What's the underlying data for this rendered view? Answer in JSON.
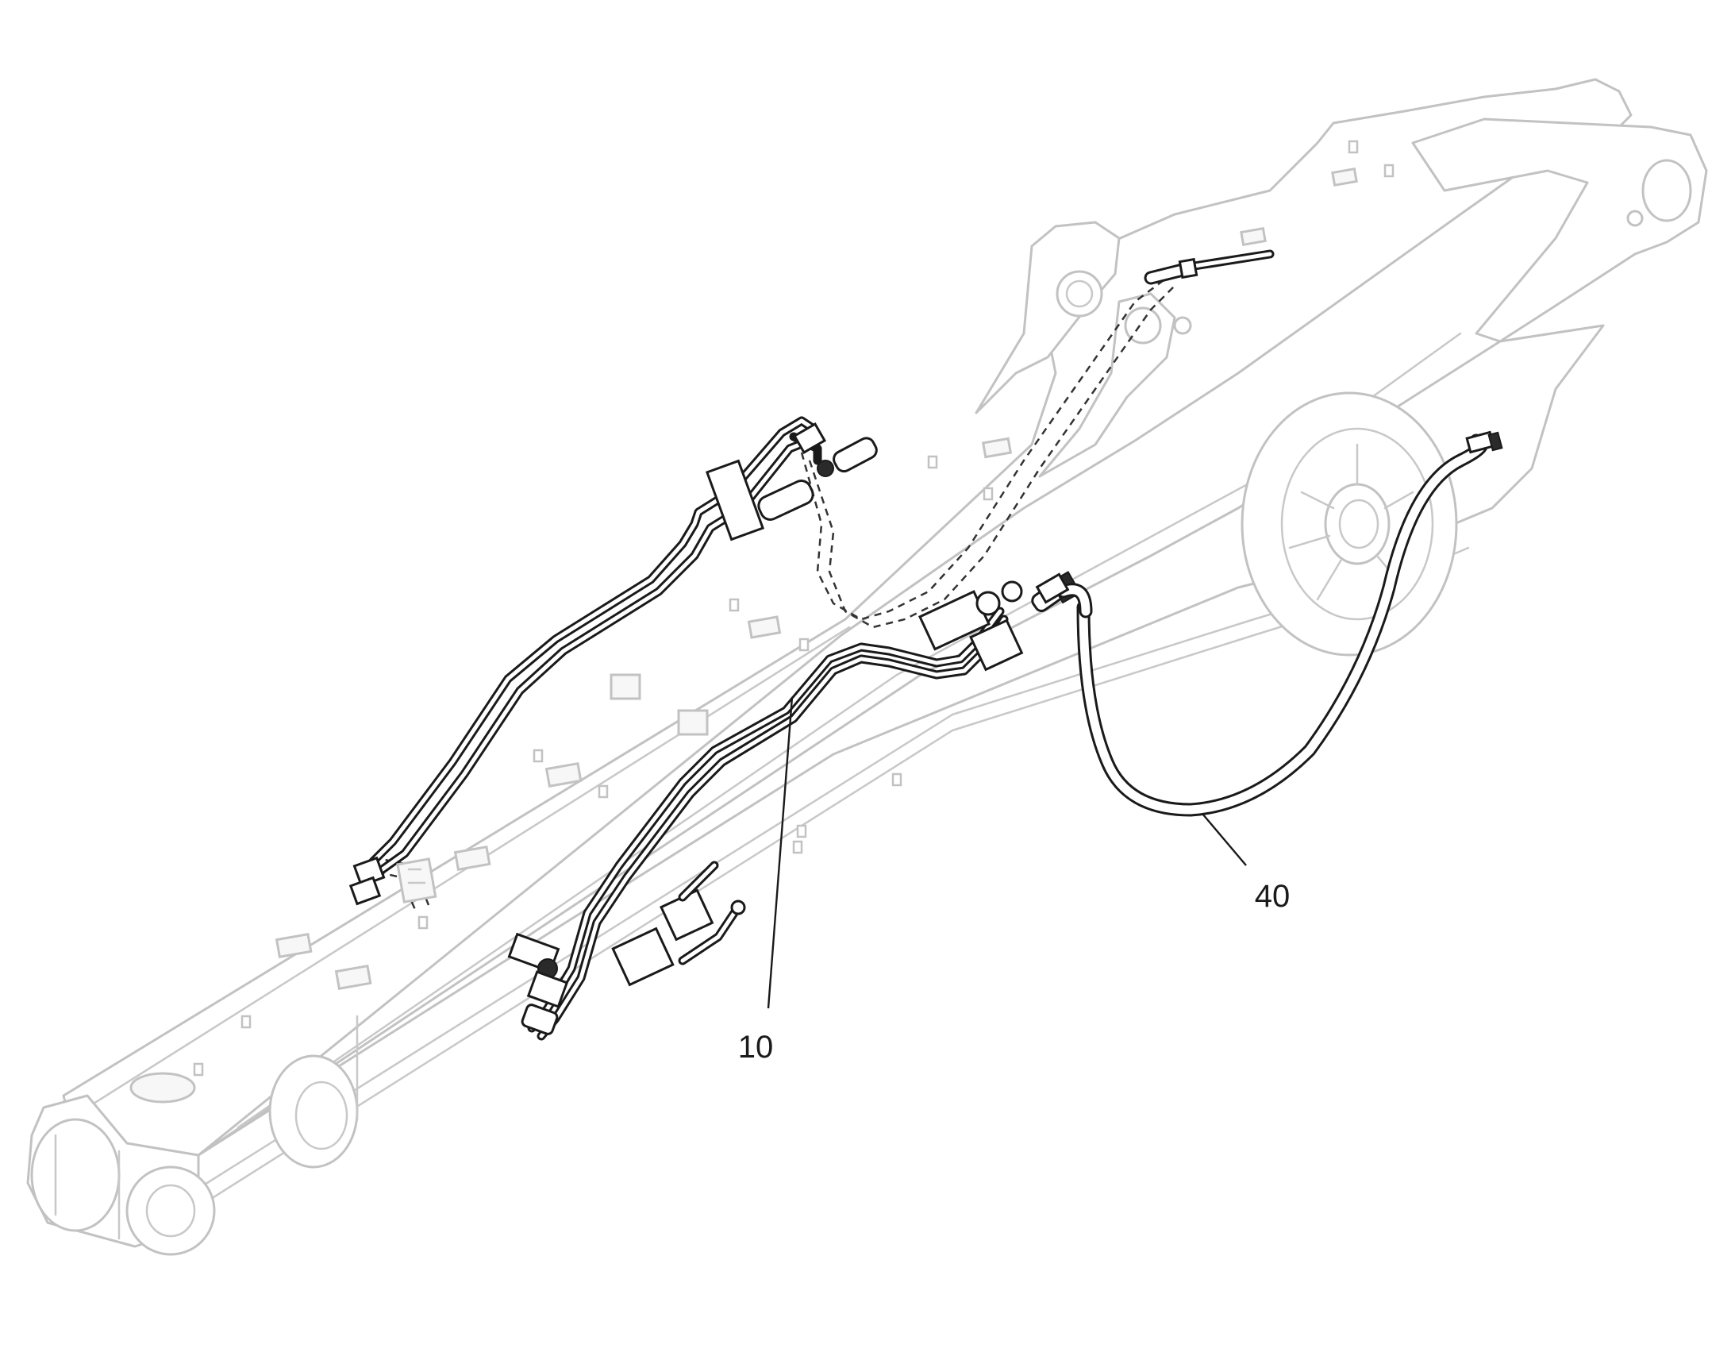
{
  "callouts": [
    {
      "id": "pipe",
      "label": "10"
    },
    {
      "id": "hose",
      "label": "40"
    }
  ],
  "colors": {
    "line": "#1a1a1a",
    "boom_outline": "#c2c2c2",
    "background": "#ffffff"
  }
}
